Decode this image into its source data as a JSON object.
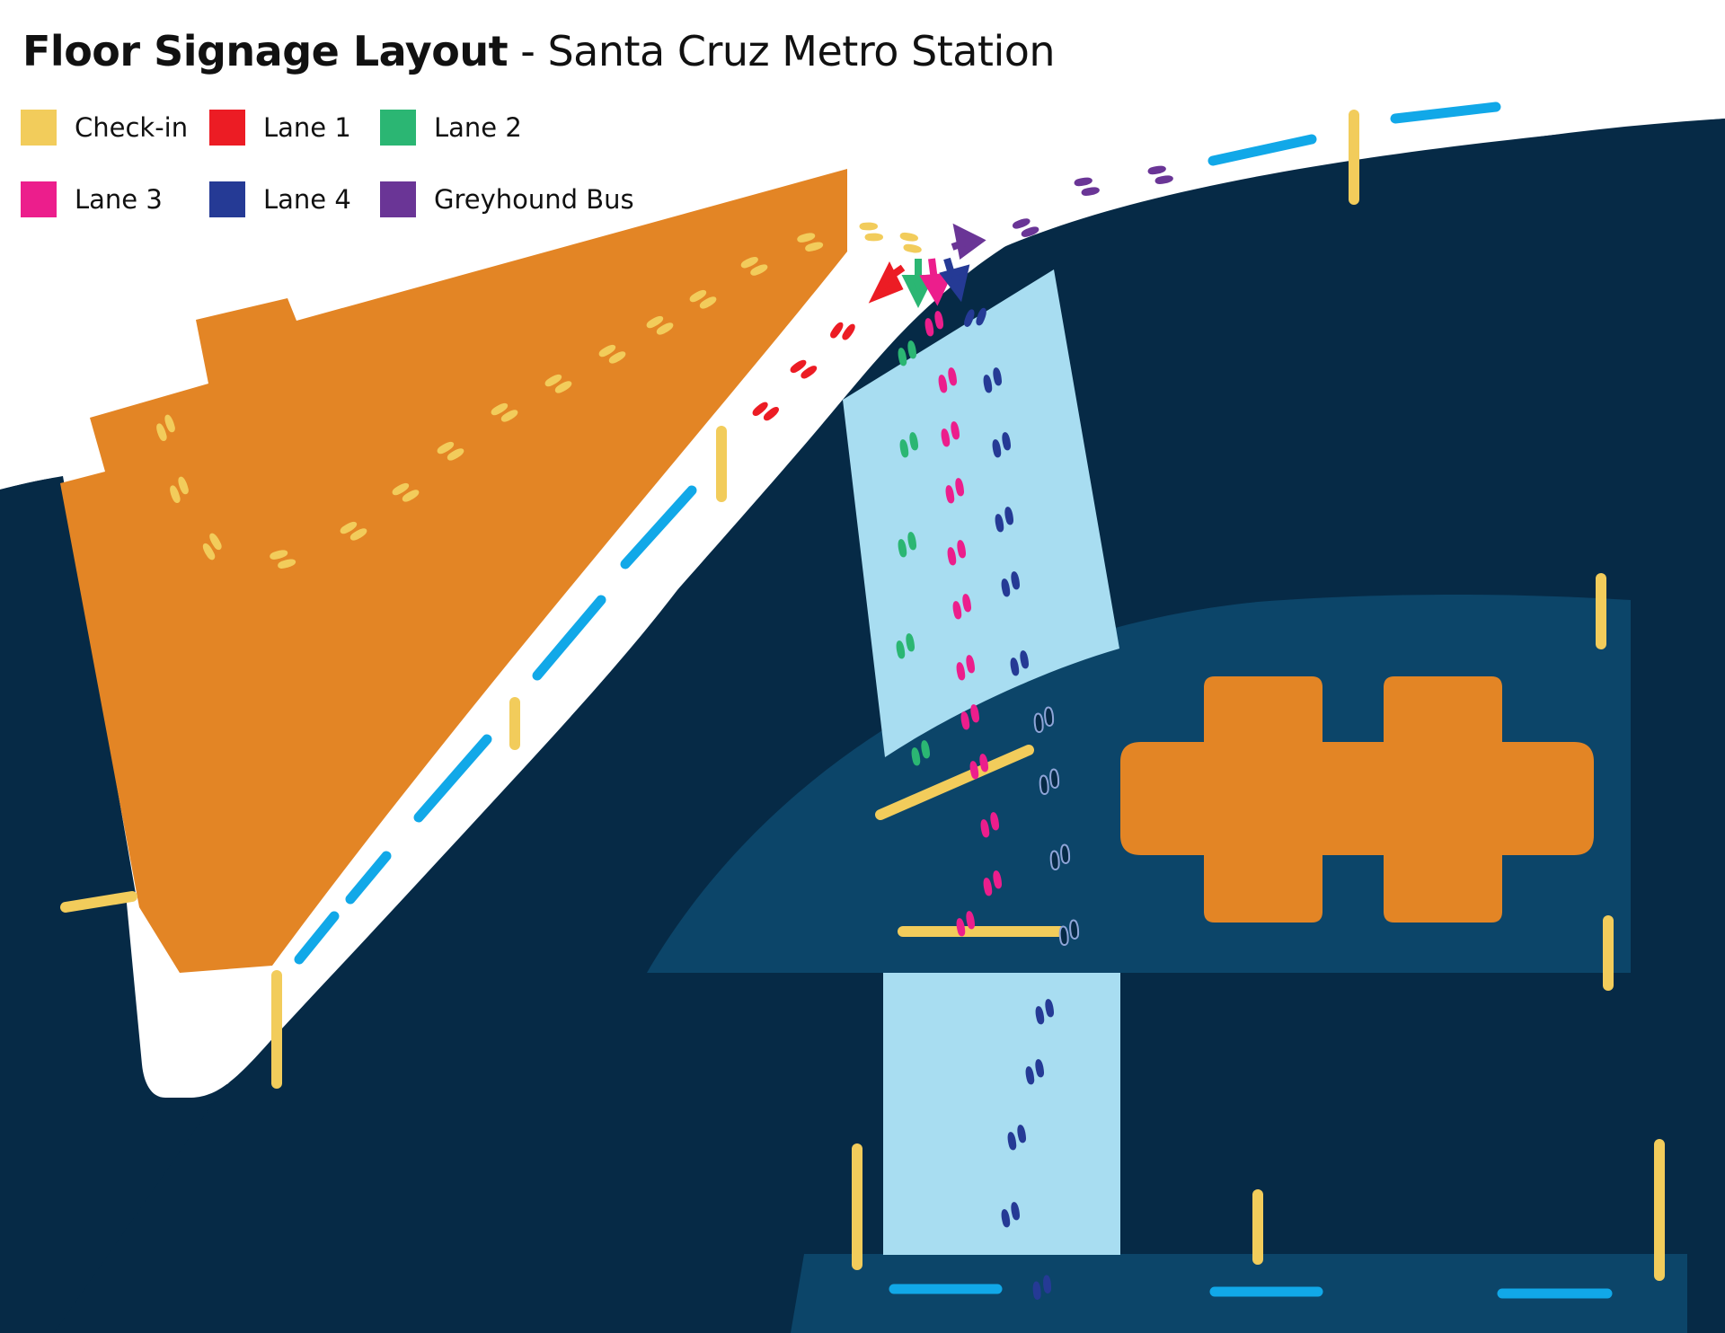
{
  "title": {
    "bold": "Floor Signage Layout",
    "rest": " - Santa Cruz Metro Station"
  },
  "legend": {
    "items": [
      {
        "label": "Check-in",
        "color": "#F2CC5B"
      },
      {
        "label": "Lane 1",
        "color": "#EC1C24"
      },
      {
        "label": "Lane 2",
        "color": "#2BB673"
      },
      {
        "label": "Lane 3",
        "color": "#EC1E8C"
      },
      {
        "label": "Lane 4",
        "color": "#253A95"
      },
      {
        "label": "Greyhound Bus",
        "color": "#6A3596"
      }
    ]
  },
  "colors": {
    "background": "#062A46",
    "walkway": "#FFFFFF",
    "platform": "#0C4569",
    "crosswalk": "#A8DDF1",
    "building": "#E38525",
    "yellow_marker": "#F2CC5B",
    "blue_dash": "#11A8E8",
    "footprint_outline": "#8FA5D8"
  },
  "icons": {
    "footprints": "footprints-icon",
    "arrow": "direction-arrow-icon"
  }
}
